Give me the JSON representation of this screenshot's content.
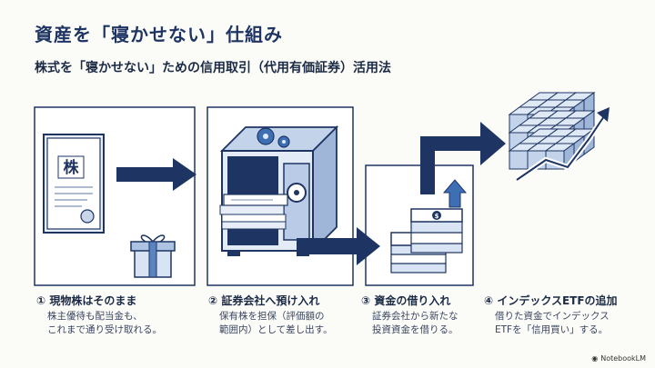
{
  "title": "資産を「寝かせない」仕組み",
  "subtitle": "株式を「寝かせない」ための信用取引（代用有価証券）活用法",
  "icons": {
    "certificate_char": "株",
    "money_symbol": "$"
  },
  "steps": [
    {
      "head": "① 現物株はそのまま",
      "lines": [
        "株主優待も配当金も、",
        "これまで通り受け取れる。"
      ]
    },
    {
      "head": "② 証券会社へ預け入れ",
      "lines": [
        "保有株を担保（評価額の",
        "範囲内）として差し出す。"
      ]
    },
    {
      "head": "③ 資金の借り入れ",
      "lines": [
        "証券会社から新たな",
        "投資資金を借りる。"
      ]
    },
    {
      "head": "④ インデックスETFの追加",
      "lines": [
        "借りた資金でインデックス",
        "ETFを「信用買い」する。"
      ]
    }
  ],
  "brand": "NotebookLM",
  "colors": {
    "navy": "#1e3563",
    "accent_blue": "#3e6fb4",
    "light_blue": "#d8e4f3"
  }
}
